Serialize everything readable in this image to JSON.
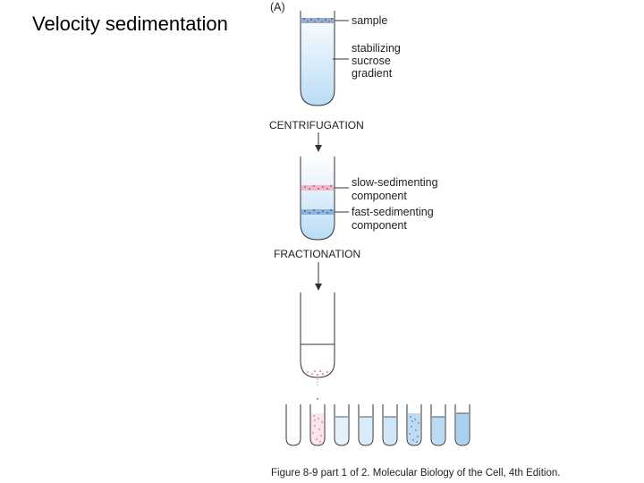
{
  "slide": {
    "title": "Velocity sedimentation"
  },
  "figure": {
    "panel_label": "(A)",
    "labels": {
      "sample": "sample",
      "gradient_line1": "stabilizing",
      "gradient_line2": "sucrose",
      "gradient_line3": "gradient",
      "slow_line1": "slow-sedimenting",
      "slow_line2": "component",
      "fast_line1": "fast-sedimenting",
      "fast_line2": "component"
    },
    "steps": {
      "step1": "CENTRIFUGATION",
      "step2": "FRACTIONATION"
    },
    "caption": "Figure 8-9 part 1 of 2. Molecular Biology of the Cell, 4th Edition.",
    "colors": {
      "gradient": "#cfe6f8",
      "gradient_dark": "#a9d0f0",
      "slow_band": "#d9507a",
      "fast_band": "#2f6ea8",
      "tube_outline": "#333333"
    }
  }
}
